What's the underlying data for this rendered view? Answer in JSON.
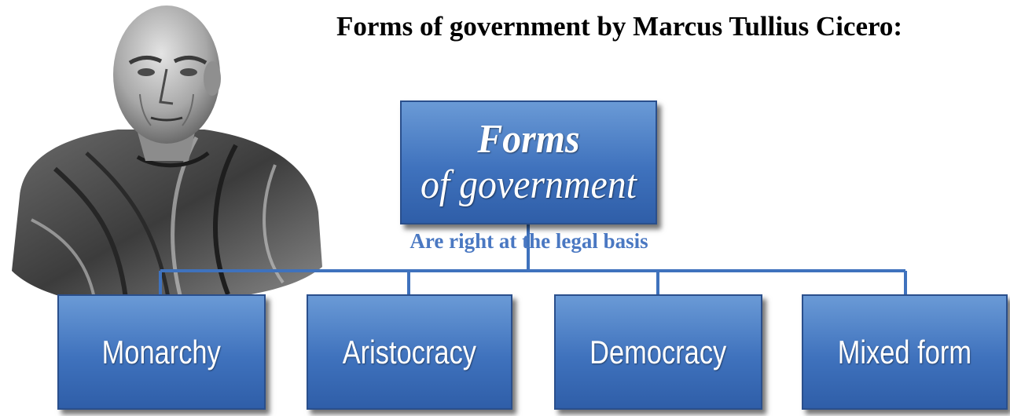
{
  "title": "Forms of government by Marcus Tullius Cicero:",
  "root": {
    "line1": "Forms",
    "line2": "of government"
  },
  "connector_label": "Are right at the legal basis",
  "children": [
    {
      "label": "Monarchy"
    },
    {
      "label": "Aristocracy"
    },
    {
      "label": "Democracy"
    },
    {
      "label": "Mixed form"
    }
  ],
  "colors": {
    "box_fill": "#3f72bd",
    "box_border": "#2a4f8c",
    "connector": "#3f72bd",
    "connector_label": "#4a78c2",
    "box_text": "#ffffff"
  },
  "icons": {
    "portrait": "cicero-bust-image"
  }
}
